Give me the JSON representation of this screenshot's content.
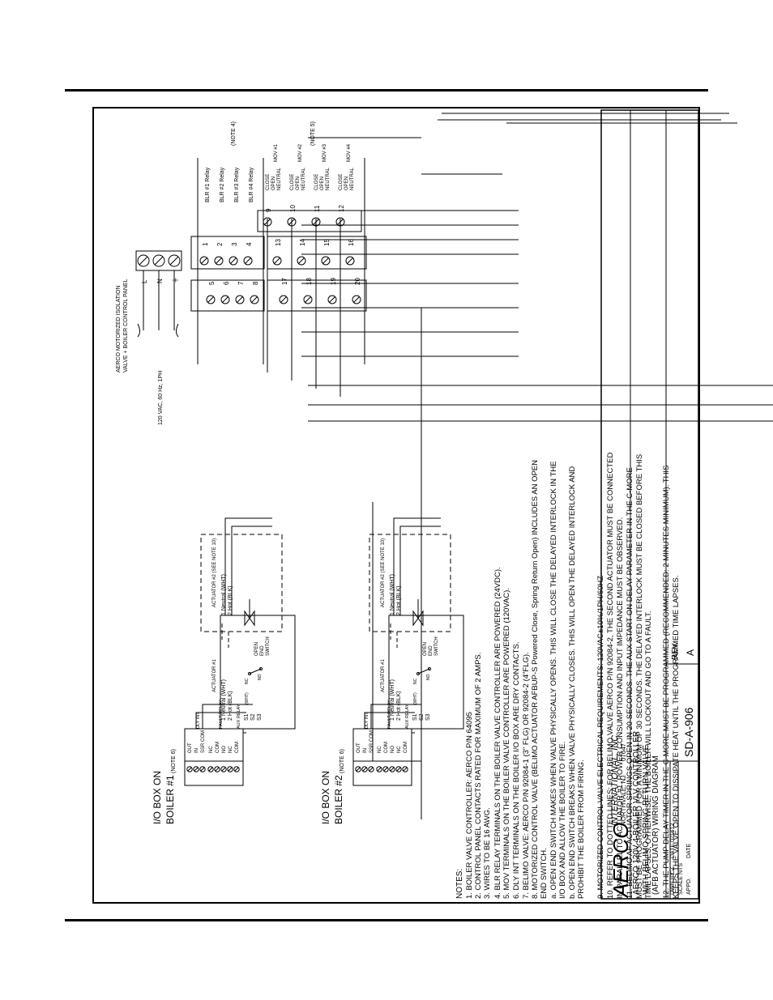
{
  "title_block": {
    "company": "AERCO",
    "company_full": "INTERNATIONAL, INC.",
    "city": "NORTHVALE, NJ",
    "zip": "07647",
    "title_lines": [
      "AERCO 120V 4-BOILER VLV CONTROLLER",
      "WITH BELIMO SPRING RETURN VALVE",
      "(AFB ACTUATOR) WIRING DIAGRAM"
    ],
    "dwn_by_label": "DWN.BY",
    "dwn_by": "CZ",
    "date_label": "DATE",
    "date": "021612",
    "scale_label": "SCALE",
    "scale": "NTS",
    "appd_label": "APPD.",
    "appd_date_label": "DATE",
    "drawing_number": "SD-A-906",
    "rev_label": "REV.",
    "rev": "A"
  },
  "panel": {
    "title": [
      "AERCO MOTORIZED ISOLATION",
      "VALVE + BOILER CONTROL PANEL"
    ],
    "power": "120 VAC, 60 Hz, 1PH",
    "power_terminals": [
      "L",
      "N",
      "⏚"
    ],
    "terminals_left": [
      "5",
      "6",
      "7",
      "8",
      "17",
      "18",
      "19",
      "20"
    ],
    "terminals_mid": [
      "1",
      "2",
      "3",
      "4",
      "13",
      "14",
      "15",
      "16"
    ],
    "terminals_right": [
      "9",
      "10",
      "11",
      "12"
    ],
    "relay_labels": [
      "BLR #1 Relay",
      "BLR #2 Relay",
      "BLR #3 Relay",
      "BLR #4 Relay"
    ],
    "mov_groups": [
      {
        "name": "MOV #1",
        "contacts": [
          "CLOSE",
          "OPEN",
          "NEUTRAL"
        ]
      },
      {
        "name": "MOV #2",
        "contacts": [
          "CLOSE",
          "OPEN",
          "NEUTRAL"
        ]
      },
      {
        "name": "MOV #3",
        "contacts": [
          "CLOSE",
          "OPEN",
          "NEUTRAL"
        ]
      },
      {
        "name": "MOV #4",
        "contacts": [
          "CLOSE",
          "OPEN",
          "NEUTRAL"
        ]
      }
    ],
    "note4": "(NOTE 4)",
    "note5": "(NOTE 5)"
  },
  "boilers": [
    {
      "label": "I/O BOX ON",
      "label2": "BOILER #1",
      "note": "(NOTE 6)"
    },
    {
      "label": "I/O BOX ON",
      "label2": "BOILER #2",
      "note": "(NOTE 6)"
    }
  ],
  "io_box": {
    "groups": [
      "DLY INT",
      "FAULT RELAY",
      "AUX RELAY"
    ],
    "terms": [
      "OUT",
      "IN",
      "SSR COM",
      "NC",
      "COM",
      "NO",
      "NC",
      "COM",
      "NO"
    ]
  },
  "actuator": {
    "a1": "ACTUATOR #1",
    "a2": "ACTUATOR #2 (SEE NOTE 10)",
    "neutral": "1 Neutral (WHT)",
    "hot": "2 Hot (BLK)",
    "s1": "S1",
    "s2": "S2",
    "s3": "S3",
    "wht": "(WHT)",
    "nc": "NC",
    "no": "NO",
    "switch": [
      "OPEN",
      "END",
      "SWITCH"
    ]
  },
  "notes": {
    "heading": "NOTES:",
    "lines": [
      "1. BOILER VALVE CONTROLLER: AERCO P/N 64095",
      "2. CONTROL PANEL CONTACTS RATED FOR MAXIMUM OF 2 AMPS.",
      "3. WIRES TO BE 16 AWG.",
      "4. BLR RELAY TERMINALS ON THE BOILER VALVE CONTROLLER ARE POWERED (24VDC).",
      "5. MOV TERMINALS ON THE BOILER VALVE CONTROLLER ARE POWERED (120VAC).",
      "6. DLY INT TERMINALS ON THE BOILER I/O BOX ARE DRY CONTACTS.",
      "7. BELIMO VALVE: AERCO P/N 92084-1 (3\" FLG) OR 92084-2 (4\"FLG).",
      "8. MOTORIZED CONTROL VALVE (BELIMO ACTUATOR AFBUP-S Powered Close, Spring Return Open) INCLUDES AN OPEN",
      "    END SWITCH.",
      "    a.  OPEN END SWITCH MAKES WHEN VALVE PHYSICALLY OPENS. THIS WILL CLOSE THE DELAYED INTERLOCK IN THE",
      "         I/O BOX AND ALLOW THE BOILER TO FIRE.",
      "    b.  OPEN END SWITCH BREAKS WHEN VALVE PHYSICALLY CLOSES. THIS WILL OPEN THE DELAYED INTERLOCK AND",
      "         PROHIBIT THE BOILER FROM FIRING.",
      "9. MOTORIZED CONTROL VALVE ELECTRICAL REQUIREMENTS: 120VAC±10%/1PH/60HZ",
      "10. REFER TO DOTTED LINES: FOR BELIMO VALVE AERCO P/N 92084-2, THE SECOND ACTUATOR MUST BE CONNECTED",
      "     IN PARALLEL TO ACTUATOR #1. POWER CONSUMPTION AND INPUT IMPEDANCE MUST BE OBSERVED.",
      "11. BELIMO AF ACTUATOR SPRINGS OPEN IN 20 SECONDS. THE AUX START ON DELAY PARAMETER IN THE C-MORE",
      "     MUST BE PROGRAMMED FOR A MINIMUM OF 30 SECONDS. THE DELAYED INTERLOCK MUST BE CLOSED BEFORE THIS",
      "     TIME LAPSES, OTHERWISE, THE BOILER WILL LOCKOUT AND GO TO A FAULT.",
      "12. THE PUMP DELAY TIMER IN THE C-MORE MUST BE PROGRAMMED (RECOMMENDED: 2 MINUTES MINIMUM). THIS",
      "     KEEPS THE VALVE OPEN TO DISSIPATE HEAT UNTIL THE PROGRAMMED TIME LAPSES."
    ]
  }
}
